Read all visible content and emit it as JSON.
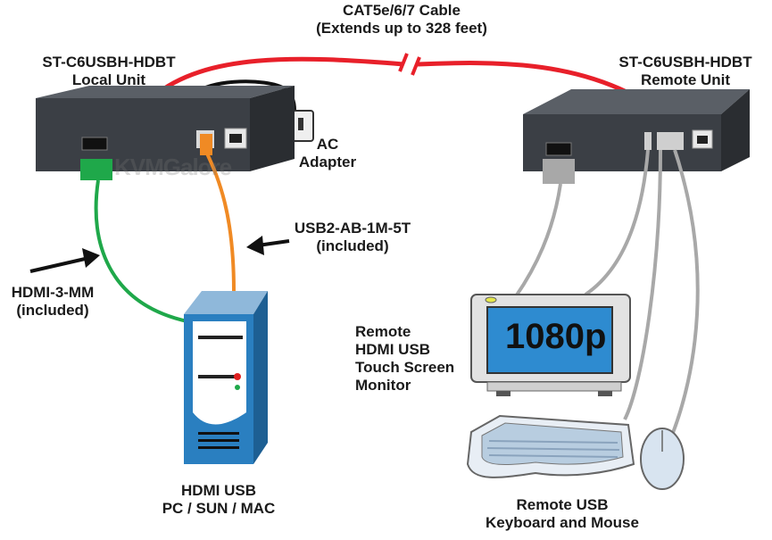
{
  "cable": {
    "line1": "CAT5e/6/7 Cable",
    "line2": "(Extends up to 328 feet)"
  },
  "local_unit": {
    "model": "ST-C6USBH-HDBT",
    "role": "Local Unit"
  },
  "remote_unit": {
    "model": "ST-C6USBH-HDBT",
    "role": "Remote Unit"
  },
  "ac_adapter": {
    "line1": "AC",
    "line2": "Adapter"
  },
  "usb_cable": {
    "line1": "USB2-AB-1M-5T",
    "line2": "(included)"
  },
  "hdmi_cable": {
    "line1": "HDMI-3-MM",
    "line2": "(included)"
  },
  "computer": {
    "line1": "HDMI USB",
    "line2": "PC / SUN / MAC"
  },
  "monitor": {
    "screen_text": "1080p",
    "label_lines": [
      "Remote",
      "HDMI USB",
      "Touch Screen",
      "Monitor"
    ]
  },
  "peripherals": {
    "line1": "Remote USB",
    "line2": "Keyboard and Mouse"
  },
  "watermark": "KVMGalore",
  "colors": {
    "cat_cable": "#e8202a",
    "hdmi_cable": "#1fa84a",
    "usb_cable": "#f08a24",
    "gray_cable": "#a8a8a8",
    "unit_body": "#3b3f45",
    "pc_blue": "#2a7fc0",
    "monitor_screen": "#2e8bd0"
  }
}
